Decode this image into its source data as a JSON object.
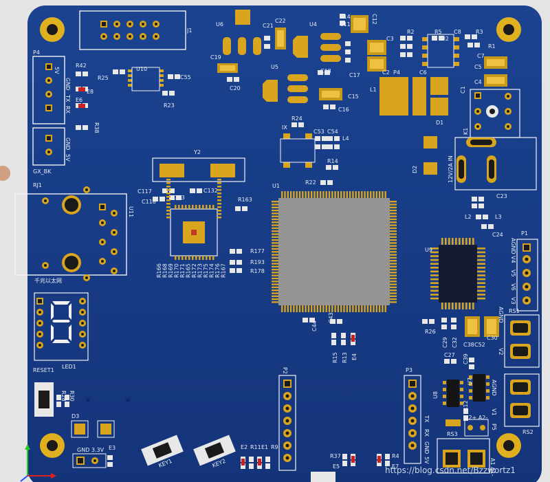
{
  "colors": {
    "board": "#173b82",
    "pad": "#d9a51f",
    "silk": "#f2f2f2",
    "chip": "#8e8e8e",
    "body": "#151515"
  },
  "labels": {
    "j1": "J1",
    "p4": "P4",
    "p4_pins": [
      "5V",
      "GND",
      "TX",
      "RX"
    ],
    "gxbk": "GX_BK",
    "gxbk_pins": [
      "GND",
      "5V"
    ],
    "r42": "R42",
    "e8": "E8",
    "e6": "E6",
    "r38": "R38",
    "r25": "R25",
    "u10": "U10",
    "c55": "C55",
    "r23": "R23",
    "u6": "U6",
    "c21": "C21",
    "c22": "C22",
    "u4": "U4",
    "c19": "C19",
    "c20": "C20",
    "c14": "C14",
    "c11": "C11",
    "c12": "C12",
    "c18": "C18",
    "c17": "C17",
    "u5": "U5",
    "c15": "C15",
    "c16": "C16",
    "c3": "C3",
    "r2": "R2",
    "r5": "R5",
    "u2": "U2",
    "c8": "C8",
    "r3": "R3",
    "r1": "R1",
    "c7": "C7",
    "c5": "C5",
    "c4": "C4",
    "c1": "C1",
    "c2": "C2",
    "c6": "C6",
    "p4b": "P4",
    "l1": "L1",
    "d1": "D1",
    "k1": "K1",
    "d2": "D2",
    "jack": "12V/2A IN",
    "r24": "R24",
    "c53": "C53",
    "c54": "C54",
    "l4": "L4",
    "r14": "R14",
    "r22": "R22",
    "u1": "U1",
    "y2": "Y2",
    "rj1": "RJ1",
    "u11": "U11",
    "c117": "C117",
    "c118": "C118",
    "c133": "C133",
    "c132": "C132",
    "r163": "R163",
    "rcol": [
      "R166",
      "R168",
      "R169",
      "R170",
      "R171",
      "R165",
      "R172",
      "R173",
      "R175",
      "R174",
      "R176",
      "R167"
    ],
    "r177": "R177",
    "r193": "R193",
    "r178": "R178",
    "c23": "C23",
    "l2": "L2",
    "l3": "L3",
    "c24": "C24",
    "u9": "U9",
    "p1": "P1",
    "p1_pins": [
      "AGND",
      "V4",
      "V5",
      "V6",
      "V3"
    ],
    "rs1": "RS1",
    "rs1_pins": [
      "AGND",
      "V2"
    ],
    "c44": "C44",
    "c43": "C43",
    "r15": "R15",
    "r13": "R13",
    "e4": "E4",
    "r26": "R26",
    "c29": "C29",
    "c32": "C32",
    "c38": "C38",
    "c52": "C52",
    "c30": "C30",
    "c27": "C27",
    "c39": "C39",
    "led1": "LED1",
    "reset1": "RESET1",
    "r28": "R28",
    "r30": "R30",
    "d3": "D3",
    "gnd33": "GND 3.3V",
    "e3": "E3",
    "key1": "KEY1",
    "key2": "KEY2",
    "e2": "E2",
    "r11": "R11",
    "e1": "E1",
    "r9": "R9",
    "p2": "P2",
    "p3": "P3",
    "p3_pins": [
      "TX",
      "RX",
      "GND",
      "5V"
    ],
    "r37": "R37",
    "e5": "E5",
    "r4": "R4",
    "e7": "E7",
    "u8": "U8",
    "u7": "U7",
    "r12": "R12",
    "rs3": "RS3",
    "a2": "A2+ A2-",
    "p5": "P5",
    "rs2": "RS2",
    "rs2_pins": [
      "AGND",
      "V1"
    ],
    "a1": "A1 A1-",
    "rj1_text": "千兆以太网",
    "u1_note": "IX"
  },
  "watermark": "https://blog.csdn.net/Bzzwortz1"
}
